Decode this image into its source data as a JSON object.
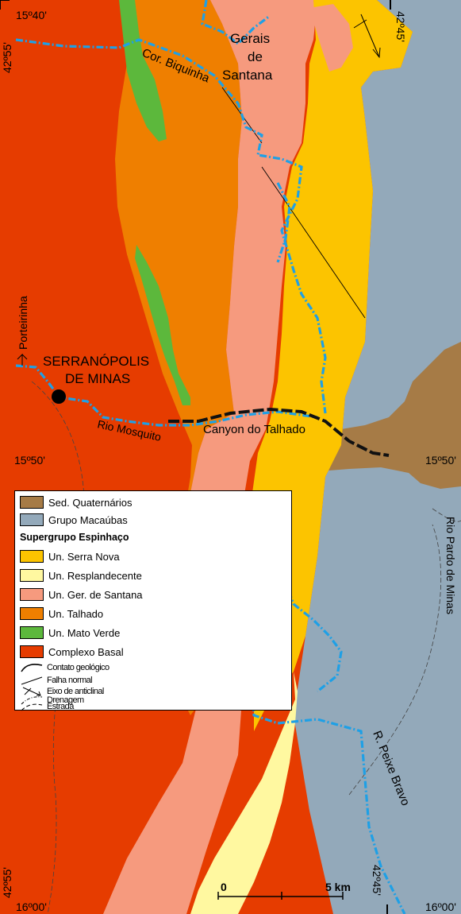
{
  "colors": {
    "complexo_basal": "#e63c00",
    "mato_verde": "#5cb83c",
    "talhado": "#ef7f00",
    "gerais_santana": "#f69a7e",
    "resplandecente": "#fff8a0",
    "serra_nova": "#fcc400",
    "macaubas": "#93a9ba",
    "quaternario": "#a67b46",
    "drainage": "#1ea0e6"
  },
  "coordinates": {
    "top_left_lat": "15º40'",
    "top_left_lon": "42º55'",
    "top_right_lon": "42º45'",
    "mid_left_lat": "15º50'",
    "mid_right_lat": "15º50'",
    "bottom_left_lon": "42º55'",
    "bottom_left_lat": "16º00'",
    "bottom_right_lon": "42º45'",
    "bottom_right_lat": "16º00'"
  },
  "places": {
    "gerais": "Gerais",
    "de": "de",
    "santana": "Santana",
    "cor_biquinha": "Cor. Biquinha",
    "porteirinha": "Porteirinha",
    "serranopolis": "SERRANÓPOLIS",
    "de_minas": "DE MINAS",
    "rio_mosquito": "Rio Mosquito",
    "canyon": "Canyon do Talhado",
    "rio_pardo": "Rio Pardo de Minas",
    "peixe_bravo": "R. Peixe Bravo"
  },
  "scale": {
    "zero": "0",
    "five": "5 km"
  },
  "legend": {
    "sed_quaternarios": "Sed. Quaternários",
    "grupo_macaubas": "Grupo Macaúbas",
    "supergrupo": "Supergrupo Espinhaço",
    "serra_nova": "Un. Serra Nova",
    "resplandecente": "Un. Resplandecente",
    "gerais_santana": "Un. Ger. de Santana",
    "talhado": "Un. Talhado",
    "mato_verde": "Un. Mato Verde",
    "complexo_basal": "Complexo Basal",
    "contato": "Contato geológico",
    "falha": "Falha normal",
    "eixo": "Eixo de anticlinal",
    "drenagem": "Drenagem",
    "estrada": "Estrada"
  }
}
